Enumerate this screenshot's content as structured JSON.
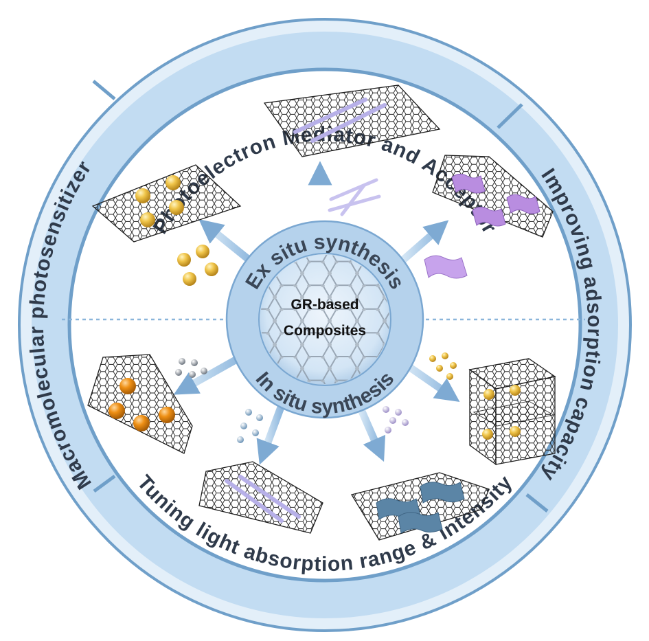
{
  "ring_labels": {
    "top": "Photoelectron Mediator and Acceptor",
    "right": "Improving adsorption capacity",
    "bottom": "Tuning light absorption range & intensity",
    "left": "Macromolecular photosensitizer"
  },
  "hub": {
    "upper_arc": "Ex situ synthesis",
    "lower_arc": "In situ synthesis",
    "center_line1": "GR-based",
    "center_line2": "Composites"
  },
  "colors": {
    "ring_fill": "#bcd9f1",
    "ring_edge": "#6f9fc9",
    "sheet_stroke": "#1f1f1f",
    "gold_particle": "#e9b93a",
    "orange_particle": "#e98b12",
    "nanotube": "#b7b0e8",
    "purple_sheet": "#b98de0",
    "blue_sheet": "#5b85a6",
    "arrow": "#9cc3e4"
  },
  "icons": [
    "graphene-sheet-icon",
    "gold-nanoparticle-icon",
    "nanotube-icon",
    "purple-nanosheet-icon",
    "graphene-box-icon",
    "blue-nanosheet-icon",
    "precursor-dots-icon"
  ]
}
